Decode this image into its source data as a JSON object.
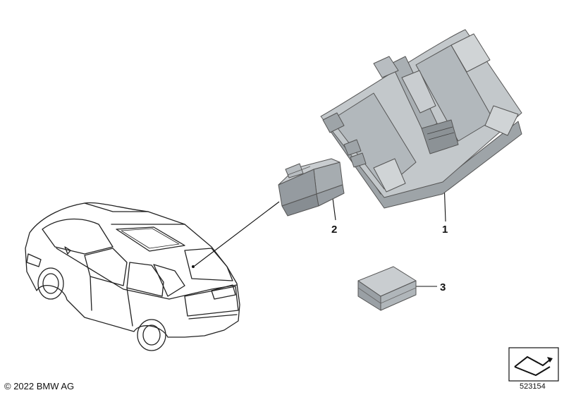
{
  "callouts": [
    {
      "label": "1"
    },
    {
      "label": "2"
    },
    {
      "label": "3"
    }
  ],
  "footer": {
    "copyright": "© 2022 BMW AG",
    "document_number": "523154"
  },
  "icons": [
    "vehicle-outline-icon",
    "control-unit-icon",
    "antenna-module-icon",
    "small-part-icon",
    "catalog-symbol-icon"
  ]
}
